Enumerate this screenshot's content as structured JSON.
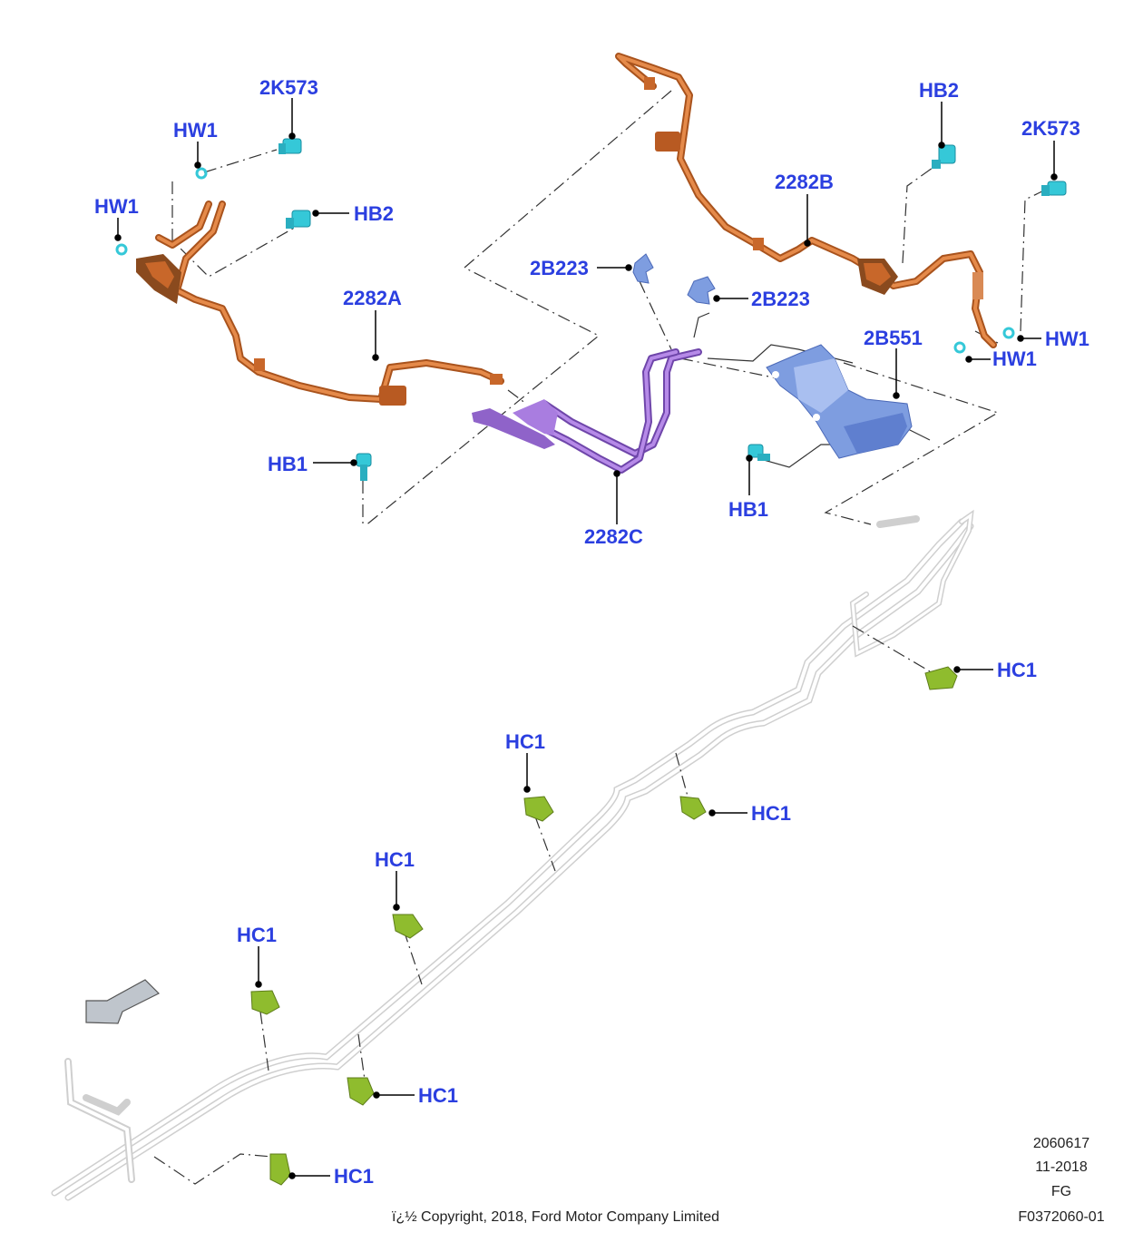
{
  "callouts": {
    "c_2k573_left": "2K573",
    "c_hw1_top_left": "HW1",
    "c_hw1_left": "HW1",
    "c_hb2_left": "HB2",
    "c_2282a": "2282A",
    "c_hb2_right": "HB2",
    "c_2282b": "2282B",
    "c_2k573_right": "2K573",
    "c_hw1_right_a": "HW1",
    "c_hw1_right_b": "HW1",
    "c_2b223_left": "2B223",
    "c_2b223_right": "2B223",
    "c_2b551": "2B551",
    "c_hb1_left": "HB1",
    "c_hb1_right": "HB1",
    "c_2282c": "2282C",
    "c_hc1_1": "HC1",
    "c_hc1_2": "HC1",
    "c_hc1_3": "HC1",
    "c_hc1_4": "HC1",
    "c_hc1_5": "HC1",
    "c_hc1_6": "HC1",
    "c_hc1_7": "HC1"
  },
  "footer": {
    "figure_code": "2060617",
    "date": "11-2018",
    "initials": "FG",
    "illustration_id": "F0372060-01",
    "copyright": "ï¿½ Copyright, 2018, Ford Motor Company Limited"
  },
  "colors": {
    "callout_text": "#2b3fe0",
    "orange_tube": "#c8672a",
    "purple_tube": "#9a6cd4",
    "blue_bracket": "#6b8fd8",
    "cyan_fastener": "#35c8d8",
    "green_clip": "#8fbc2e",
    "grey_line": "#d9d9d9"
  }
}
